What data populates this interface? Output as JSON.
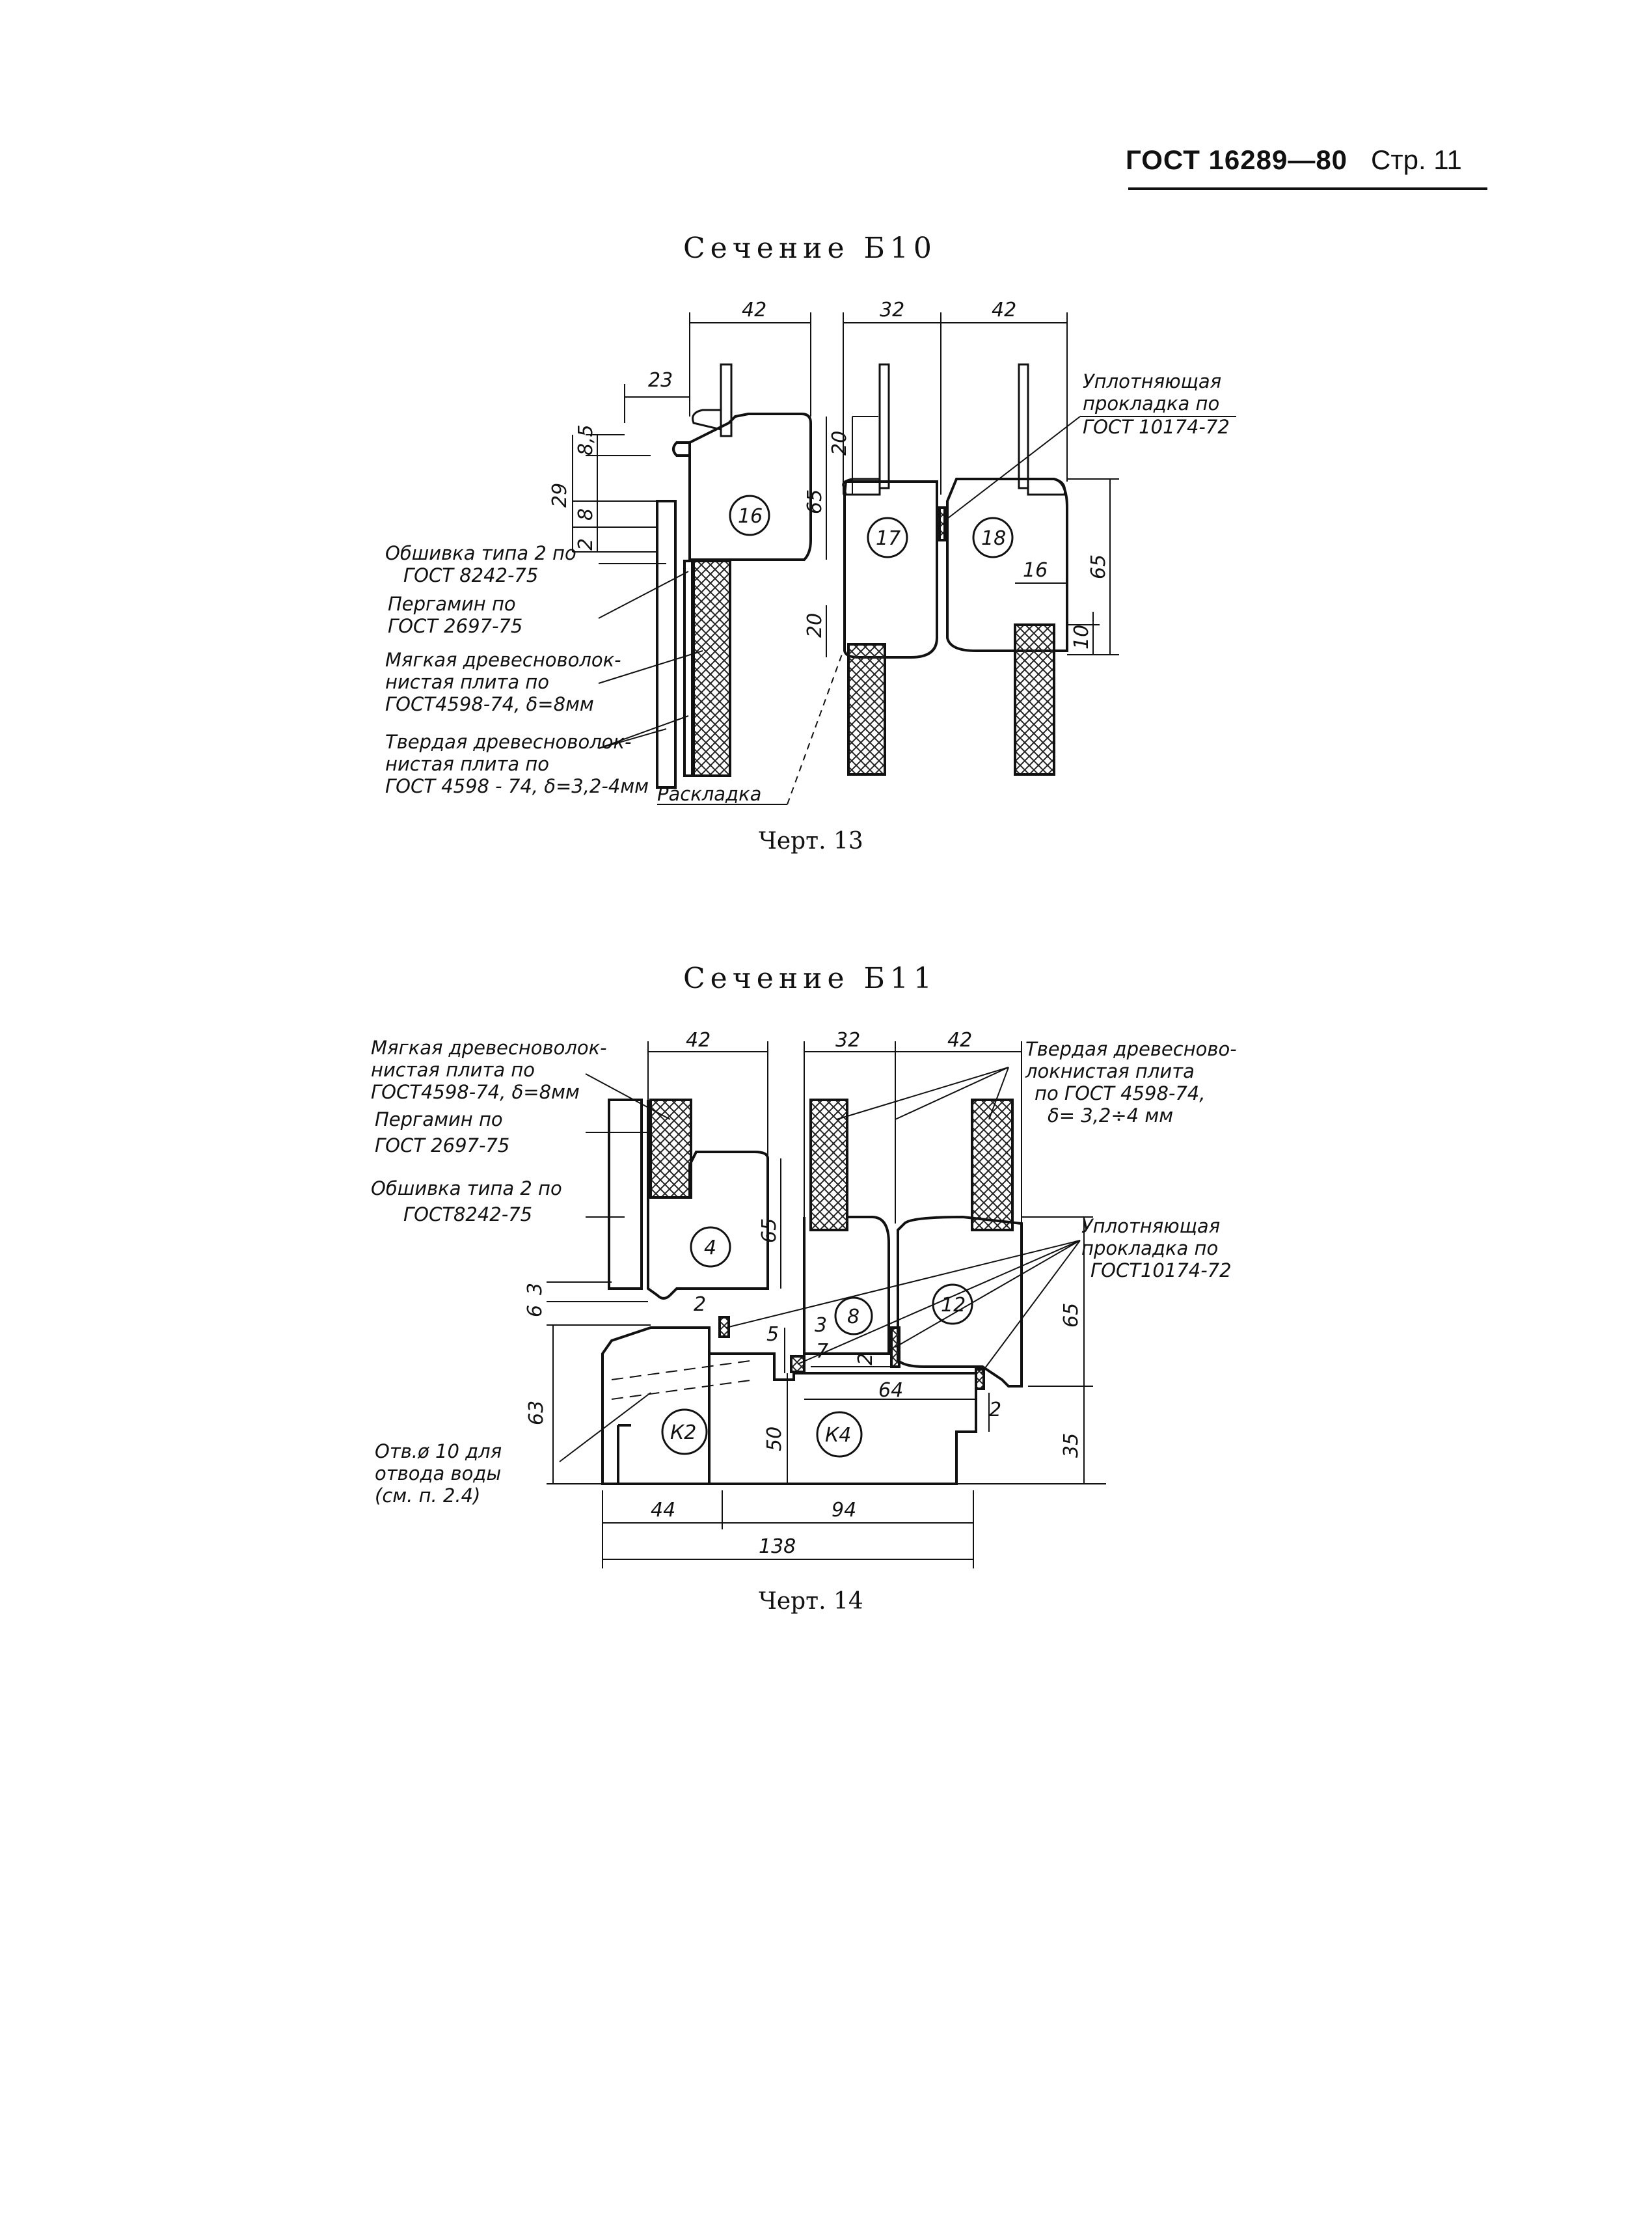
{
  "header": {
    "gost": "ГОСТ 16289—80",
    "page": "Стр. 11"
  },
  "fig13": {
    "title": "Сечение Б10",
    "caption": "Черт. 13",
    "dims": {
      "d42a": "42",
      "d32": "32",
      "d42b": "42",
      "d23": "23",
      "d8_5": "8,5",
      "d29": "29",
      "d8": "8",
      "d2": "2",
      "d20a": "20",
      "d65a": "65",
      "d20b": "20",
      "d16": "16",
      "d65b": "65",
      "d10": "10"
    },
    "parts": {
      "p16": "16",
      "p17": "17",
      "p18": "18"
    },
    "labels": {
      "seal": [
        "Уплотняющая",
        "прокладка по",
        "ГОСТ 10174-72"
      ],
      "cladding": [
        "Обшивка типа 2 по",
        "ГОСТ 8242-75"
      ],
      "pergamin": [
        "Пергамин по",
        "ГОСТ 2697-75"
      ],
      "soft": [
        "Мягкая древесноволок-",
        "нистая плита по",
        "ГОСТ4598-74, δ=8мм"
      ],
      "hard": [
        "Твердая древесноволок-",
        "нистая плита по",
        "ГОСТ 4598 - 74, δ=3,2-4мм"
      ],
      "bead": "Раскладка"
    }
  },
  "fig14": {
    "title": "Сечение Б11",
    "caption": "Черт. 14",
    "dims": {
      "d42a": "42",
      "d32": "32",
      "d42b": "42",
      "d65a": "65",
      "d6": "6",
      "d3a": "3",
      "d2a": "2",
      "d63": "63",
      "d5": "5",
      "d3b": "3",
      "d7": "7",
      "d2b": "2",
      "d64": "64",
      "d50": "50",
      "d2c": "2",
      "d65b": "65",
      "d35": "35",
      "d44": "44",
      "d94": "94",
      "d138": "138"
    },
    "parts": {
      "p4": "4",
      "p8": "8",
      "p12": "12",
      "k2": "К2",
      "k4": "К4"
    },
    "labels": {
      "soft": [
        "Мягкая древесноволок-",
        "нистая плита по",
        "ГОСТ4598-74, δ=8мм"
      ],
      "pergamin": [
        "Пергамин по",
        "ГОСТ 2697-75"
      ],
      "cladding": [
        "Обшивка типа 2 по",
        "ГОСТ8242-75"
      ],
      "hard": [
        "Твердая древесново-",
        "локнистая плита",
        "по ГОСТ 4598-74,",
        "δ= 3,2÷4 мм"
      ],
      "seal": [
        "Уплотняющая",
        "прокладка по",
        "ГОСТ10174-72"
      ],
      "hole": [
        "Отв.ø 10 для",
        "отвода воды",
        "(см. п. 2.4)"
      ]
    }
  }
}
